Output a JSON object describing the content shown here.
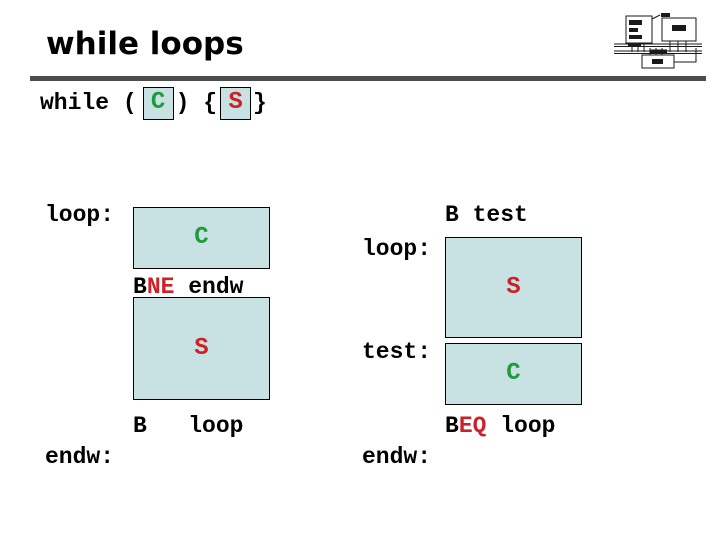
{
  "title": "while loops",
  "header_code": {
    "prefix": "while (",
    "cond": "C",
    "mid": ") {",
    "stmt": "S",
    "suffix": "}"
  },
  "left": {
    "loop_label": "loop:",
    "cond": "C",
    "bne_b": "B",
    "bne_cc": "NE",
    "bne_rest": " endw",
    "stmt": "S",
    "b_b": "B",
    "b_rest": "   loop",
    "endw_label": "endw:"
  },
  "right": {
    "b_test": "B test",
    "loop_label": "loop:",
    "stmt": "S",
    "test_label": "test:",
    "cond": "C",
    "beq_b": "B",
    "beq_cc": "EQ",
    "beq_rest": " loop",
    "endw_label": "endw:"
  },
  "logo_icon": "cpu-memory-bus-diagram",
  "colors": {
    "condition_green": "#1f9b3c",
    "statement_red": "#cc2127",
    "block_fill": "#c8e1e3",
    "divider_gray": "#4d4d4d"
  }
}
